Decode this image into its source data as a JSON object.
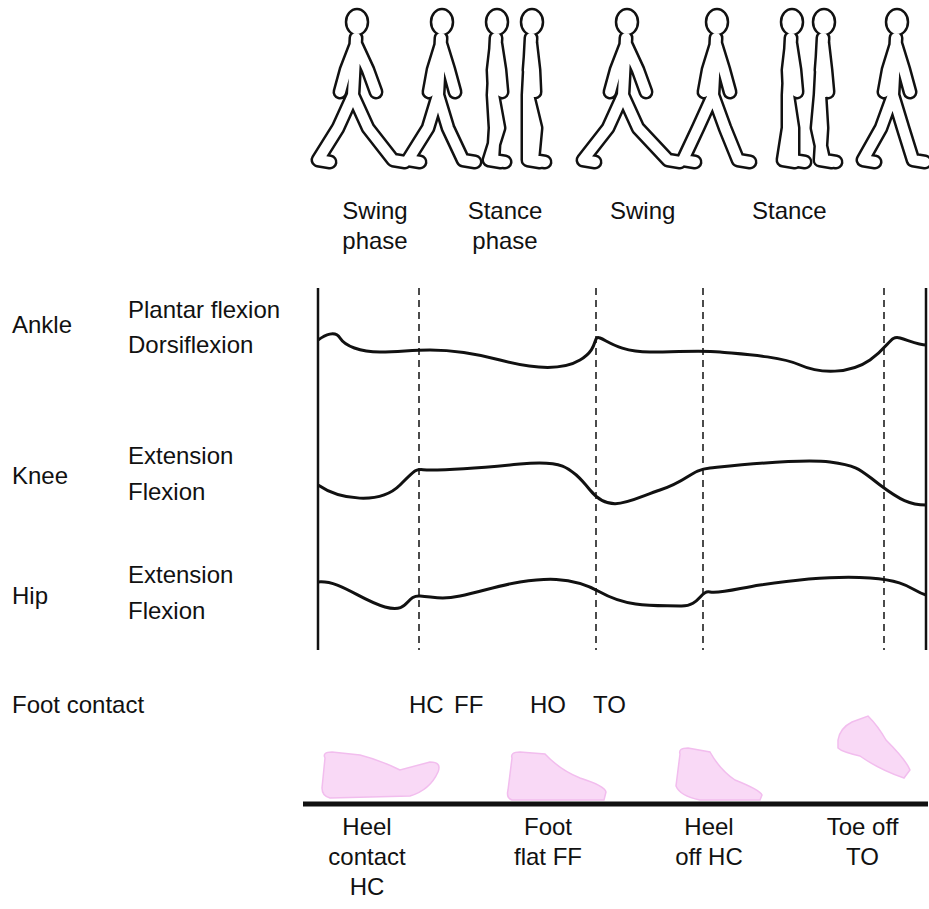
{
  "diagram": {
    "labels": [
      "Swing phase",
      "Stance phase",
      "Swing",
      "Stance",
      "Ankle",
      "Plantar flexion",
      "Dorsiflexion",
      "Knee",
      "Extension",
      "Flexion",
      "Hip",
      "Extension",
      "Flexion",
      "Foot contact",
      "HC",
      "FF",
      "HO",
      "TO",
      "Heel contact HC",
      "Foot flat FF",
      "Heel off HC",
      "Toe off TO"
    ]
  }
}
